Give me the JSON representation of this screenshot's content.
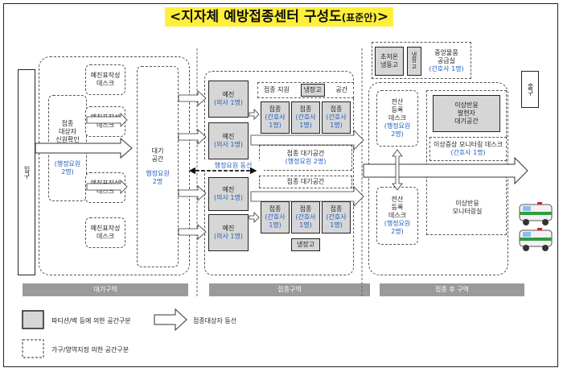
{
  "title": {
    "main": "<지자체 예방접종센터 구성도",
    "sub": "(표준안)",
    "end": ">"
  },
  "entrance": "입구",
  "exit": "출구",
  "waiting_zone": {
    "checkin": {
      "label": "접종\n대상자\n신원확인\n데스크",
      "staff": "(행정요원\n2명)"
    },
    "desks": [
      "예진표작성\n데스크",
      "예진표작성\n데스크",
      "예진표작성\n데스크",
      "예진표작성\n데스크"
    ],
    "waiting_space": {
      "label": "대기\n공간",
      "staff": "행정요원\n2명"
    },
    "zone_label": "대기구역"
  },
  "vaccination_zone": {
    "pre_exam": [
      {
        "label": "예진",
        "staff": "(의사 1명)"
      },
      {
        "label": "예진",
        "staff": "(의사 1명)"
      },
      {
        "label": "예진",
        "staff": "(의사 1명)"
      },
      {
        "label": "예진",
        "staff": "(의사 1명)"
      }
    ],
    "support": {
      "label": "접종 지원",
      "fridge": "냉장고",
      "space": "공간"
    },
    "vaccination": {
      "label": "접종",
      "staff": "(간호사\n1명)"
    },
    "admin_flow": "행정요원 동선",
    "wait_upper": {
      "label": "접종 대기공간",
      "staff": "(행정요원 2명)"
    },
    "wait_lower": "접종 대기공간",
    "fridge_bottom": "냉장고",
    "zone_label": "접종구역"
  },
  "post_zone": {
    "ultra_freezer": "초저온\n냉동고",
    "fridge": "냉\n장\n고",
    "central_supply": {
      "label": "중앙물품\n공급실",
      "staff": "(간호사 1명)"
    },
    "reg_desk_1": {
      "label": "전산\n등록\n데스크",
      "staff": "(행정요원\n2명)"
    },
    "reg_desk_2": {
      "label": "전산\n등록\n데스크",
      "staff": "(행정요원\n2명)"
    },
    "anomaly_wait": "이상반응\n발현자\n대기공간",
    "monitor_desk": {
      "label": "이상증상 모니터링 데스크",
      "staff": "(간호사 1명)"
    },
    "monitoring_room": "이상반응\n모니터링실",
    "zone_label": "접종 후 구역"
  },
  "legend": {
    "partition": "파티션/벽 등에 의한 공간구분",
    "flow": "접종대상자 동선",
    "furniture": "가구/영역지정 의한 공간구분"
  },
  "colors": {
    "highlight": "#ffef3a",
    "staff_text": "#1f5fbf",
    "partition_fill": "#d6d6d6",
    "zone_bar": "#9a9a9a",
    "ambulance_stripe": "#2e9e3e"
  },
  "icons": [
    "ambulance-icon",
    "ambulance-icon",
    "double-arrow-icon",
    "flow-arrow-icon"
  ]
}
